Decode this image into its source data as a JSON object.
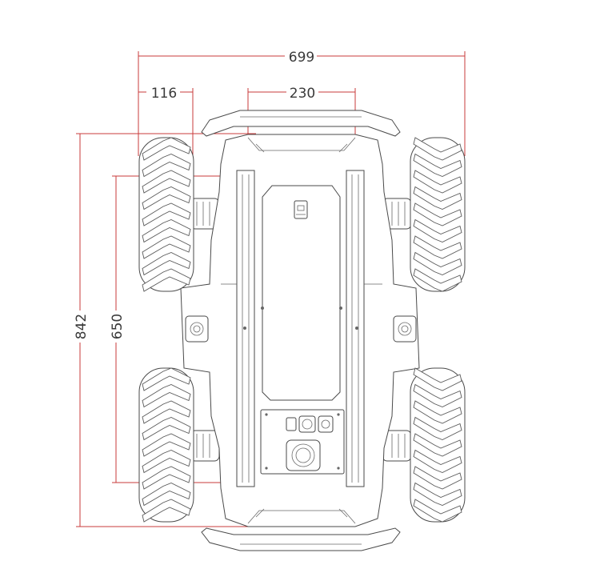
{
  "dimensions": {
    "overall_width": "699",
    "wheel_width": "116",
    "inner_track": "230",
    "overall_length": "842",
    "wheelbase": "650"
  },
  "colors": {
    "dimension_line": "#c83b3b",
    "outline": "#4a4a4a",
    "text": "#3a3a3a",
    "background": "#ffffff"
  },
  "icons": {
    "top_panel_icon": "battery-lock-icon",
    "rear_panel_port": "power-switch-icon",
    "rear_panel_fan": "fan-icon"
  }
}
